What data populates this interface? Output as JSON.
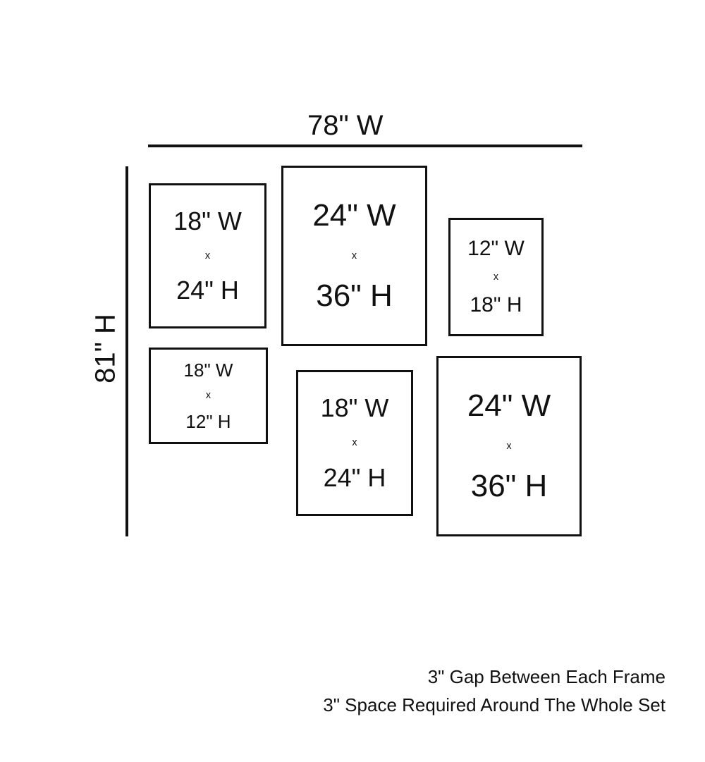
{
  "overall": {
    "width_label": "78\" W",
    "height_label": "81\" H"
  },
  "frames": [
    {
      "width": "18\" W",
      "sep": "x",
      "height": "24\" H"
    },
    {
      "width": "24\" W",
      "sep": "x",
      "height": "36\" H"
    },
    {
      "width": "12\" W",
      "sep": "x",
      "height": "18\" H"
    },
    {
      "width": "18\" W",
      "sep": "x",
      "height": "12\" H"
    },
    {
      "width": "18\" W",
      "sep": "x",
      "height": "24\" H"
    },
    {
      "width": "24\" W",
      "sep": "x",
      "height": "36\" H"
    }
  ],
  "notes": [
    "3\" Gap Between Each Frame",
    "3\" Space Required Around The Whole Set"
  ]
}
